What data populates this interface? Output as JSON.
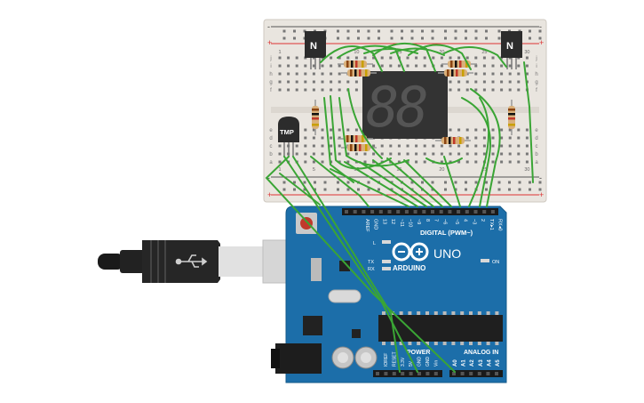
{
  "breadboard": {
    "column_numbers": [
      "1",
      "5",
      "10",
      "15",
      "20",
      "25",
      "30"
    ],
    "row_letters_top": [
      "j",
      "i",
      "h",
      "g",
      "f"
    ],
    "row_letters_bottom": [
      "e",
      "d",
      "c",
      "b",
      "a"
    ],
    "rail_minus": "-",
    "rail_plus": "+"
  },
  "components": {
    "transistor_left_label": "N",
    "transistor_right_label": "N",
    "temp_sensor_label": "TMP",
    "display_digits": "88"
  },
  "arduino": {
    "model_label": "UNO",
    "brand_label": "ARDUINO",
    "digital_header_label": "DIGITAL (PWM~)",
    "top_pin_labels": [
      "AREF",
      "GND",
      "13",
      "12",
      "~11",
      "~10",
      "~9",
      "8",
      "7",
      "~6",
      "~5",
      "4",
      "~3",
      "2",
      "TX▸1",
      "RX◂0"
    ],
    "led_labels": [
      "L",
      "TX",
      "RX"
    ],
    "on_label": "ON",
    "power_label": "POWER",
    "analog_label": "ANALOG IN",
    "power_pin_labels": [
      "IOREF",
      "RESET",
      "3.3V",
      "5V",
      "GND",
      "GND",
      "Vin"
    ],
    "analog_pin_labels": [
      "A0",
      "A1",
      "A2",
      "A3",
      "A4",
      "A5"
    ]
  },
  "colors": {
    "wire": "#3aa535",
    "board": "#1b6fa8",
    "breadboard": "#e7e3dd",
    "rail_red": "#d33",
    "segment_display": "#333333"
  }
}
